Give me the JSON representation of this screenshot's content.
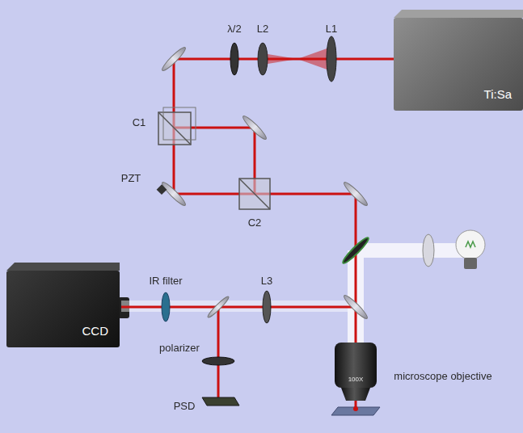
{
  "diagram": {
    "nodes": [
      {
        "text": [
          "Ti:Sa"
        ]
      },
      {
        "text": [
          "CCD"
        ]
      }
    ],
    "labels": [
      "λ/2",
      "L2",
      "L1",
      "C1",
      "PZT",
      "C2",
      "IR filter",
      "L3",
      "polarizer",
      "PSD",
      "100X",
      "microscope objective"
    ]
  }
}
